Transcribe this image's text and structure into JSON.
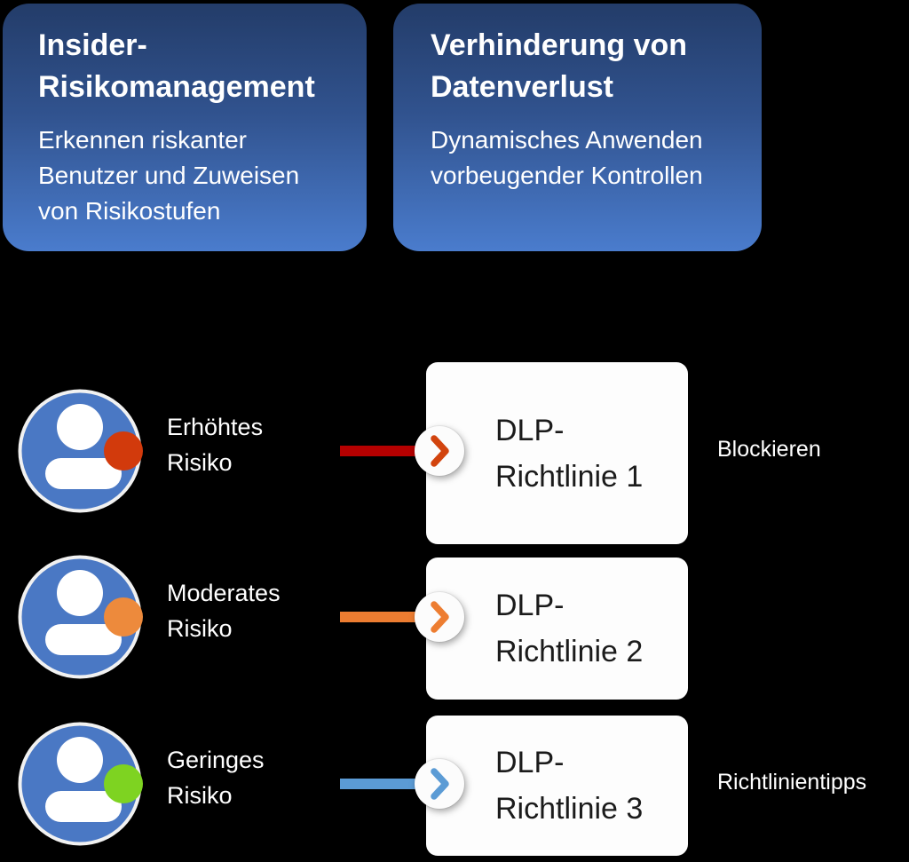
{
  "page": {
    "background_color": "#000000",
    "card_gradient_top": "#233c69",
    "card_gradient_bottom": "#4a7ccd",
    "persona_icon_blue": "#4a78c4"
  },
  "icons": {
    "persona": "persona-icon",
    "risk_badge": "risk-level-badge-icon",
    "chevron": "chevron-right-icon"
  },
  "cards": [
    {
      "title": "Insider-\nRisikomanagement",
      "subtitle": "Erkennen riskanter\nBenutzer und Zuweisen\nvon Risikostufen"
    },
    {
      "title": "Verhinderung von\nDatenverlust",
      "subtitle": "Dynamisches Anwenden\nvorbeugender Kontrollen"
    }
  ],
  "rows": [
    {
      "risk_label": "Erhöhtes\nRisiko",
      "risk_level_color": "#d23a0c",
      "connector_color": "#b50000",
      "chevron_color": "#d2440e",
      "policy_label": "DLP-\nRichtlinie 1",
      "action_label": "Blockieren"
    },
    {
      "risk_label": "Moderates\nRisiko",
      "risk_level_color": "#ed8a3c",
      "connector_color": "#ed7d31",
      "chevron_color": "#ed7d31",
      "policy_label": "DLP-\nRichtlinie 2",
      "action_label": ""
    },
    {
      "risk_label": "Geringes\nRisiko",
      "risk_level_color": "#7ed321",
      "connector_color": "#5b9bd5",
      "chevron_color": "#5b9bd5",
      "policy_label": "DLP-\nRichtlinie 3",
      "action_label": "Richtlinientipps"
    }
  ]
}
